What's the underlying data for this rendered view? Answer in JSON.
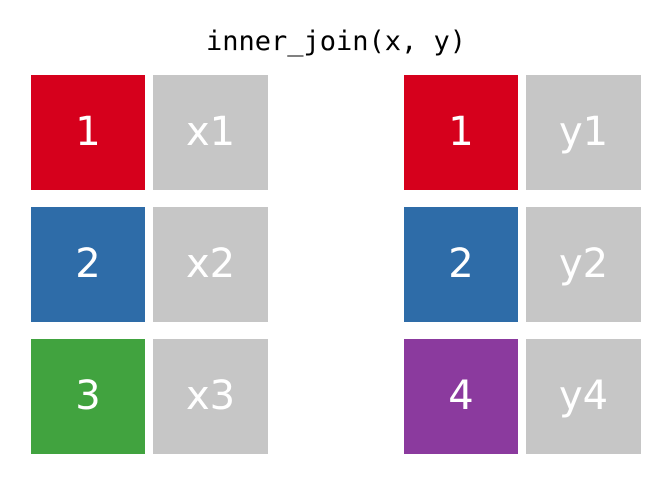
{
  "title": "inner_join(x, y)",
  "palette": {
    "background": "#ffffff",
    "text_on_cell": "#ffffff",
    "title_color": "#000000",
    "value_cell": "#c6c6c6",
    "key_red": "#d6001c",
    "key_blue": "#2e6ca8",
    "key_green": "#41a33f",
    "key_purple": "#8b3a9e"
  },
  "tables": [
    {
      "name": "x",
      "rows": [
        {
          "key": "1",
          "value": "x1",
          "key_color": "#d6001c"
        },
        {
          "key": "2",
          "value": "x2",
          "key_color": "#2e6ca8"
        },
        {
          "key": "3",
          "value": "x3",
          "key_color": "#41a33f"
        }
      ]
    },
    {
      "name": "y",
      "rows": [
        {
          "key": "1",
          "value": "y1",
          "key_color": "#d6001c"
        },
        {
          "key": "2",
          "value": "y2",
          "key_color": "#2e6ca8"
        },
        {
          "key": "4",
          "value": "y4",
          "key_color": "#8b3a9e"
        }
      ]
    }
  ]
}
